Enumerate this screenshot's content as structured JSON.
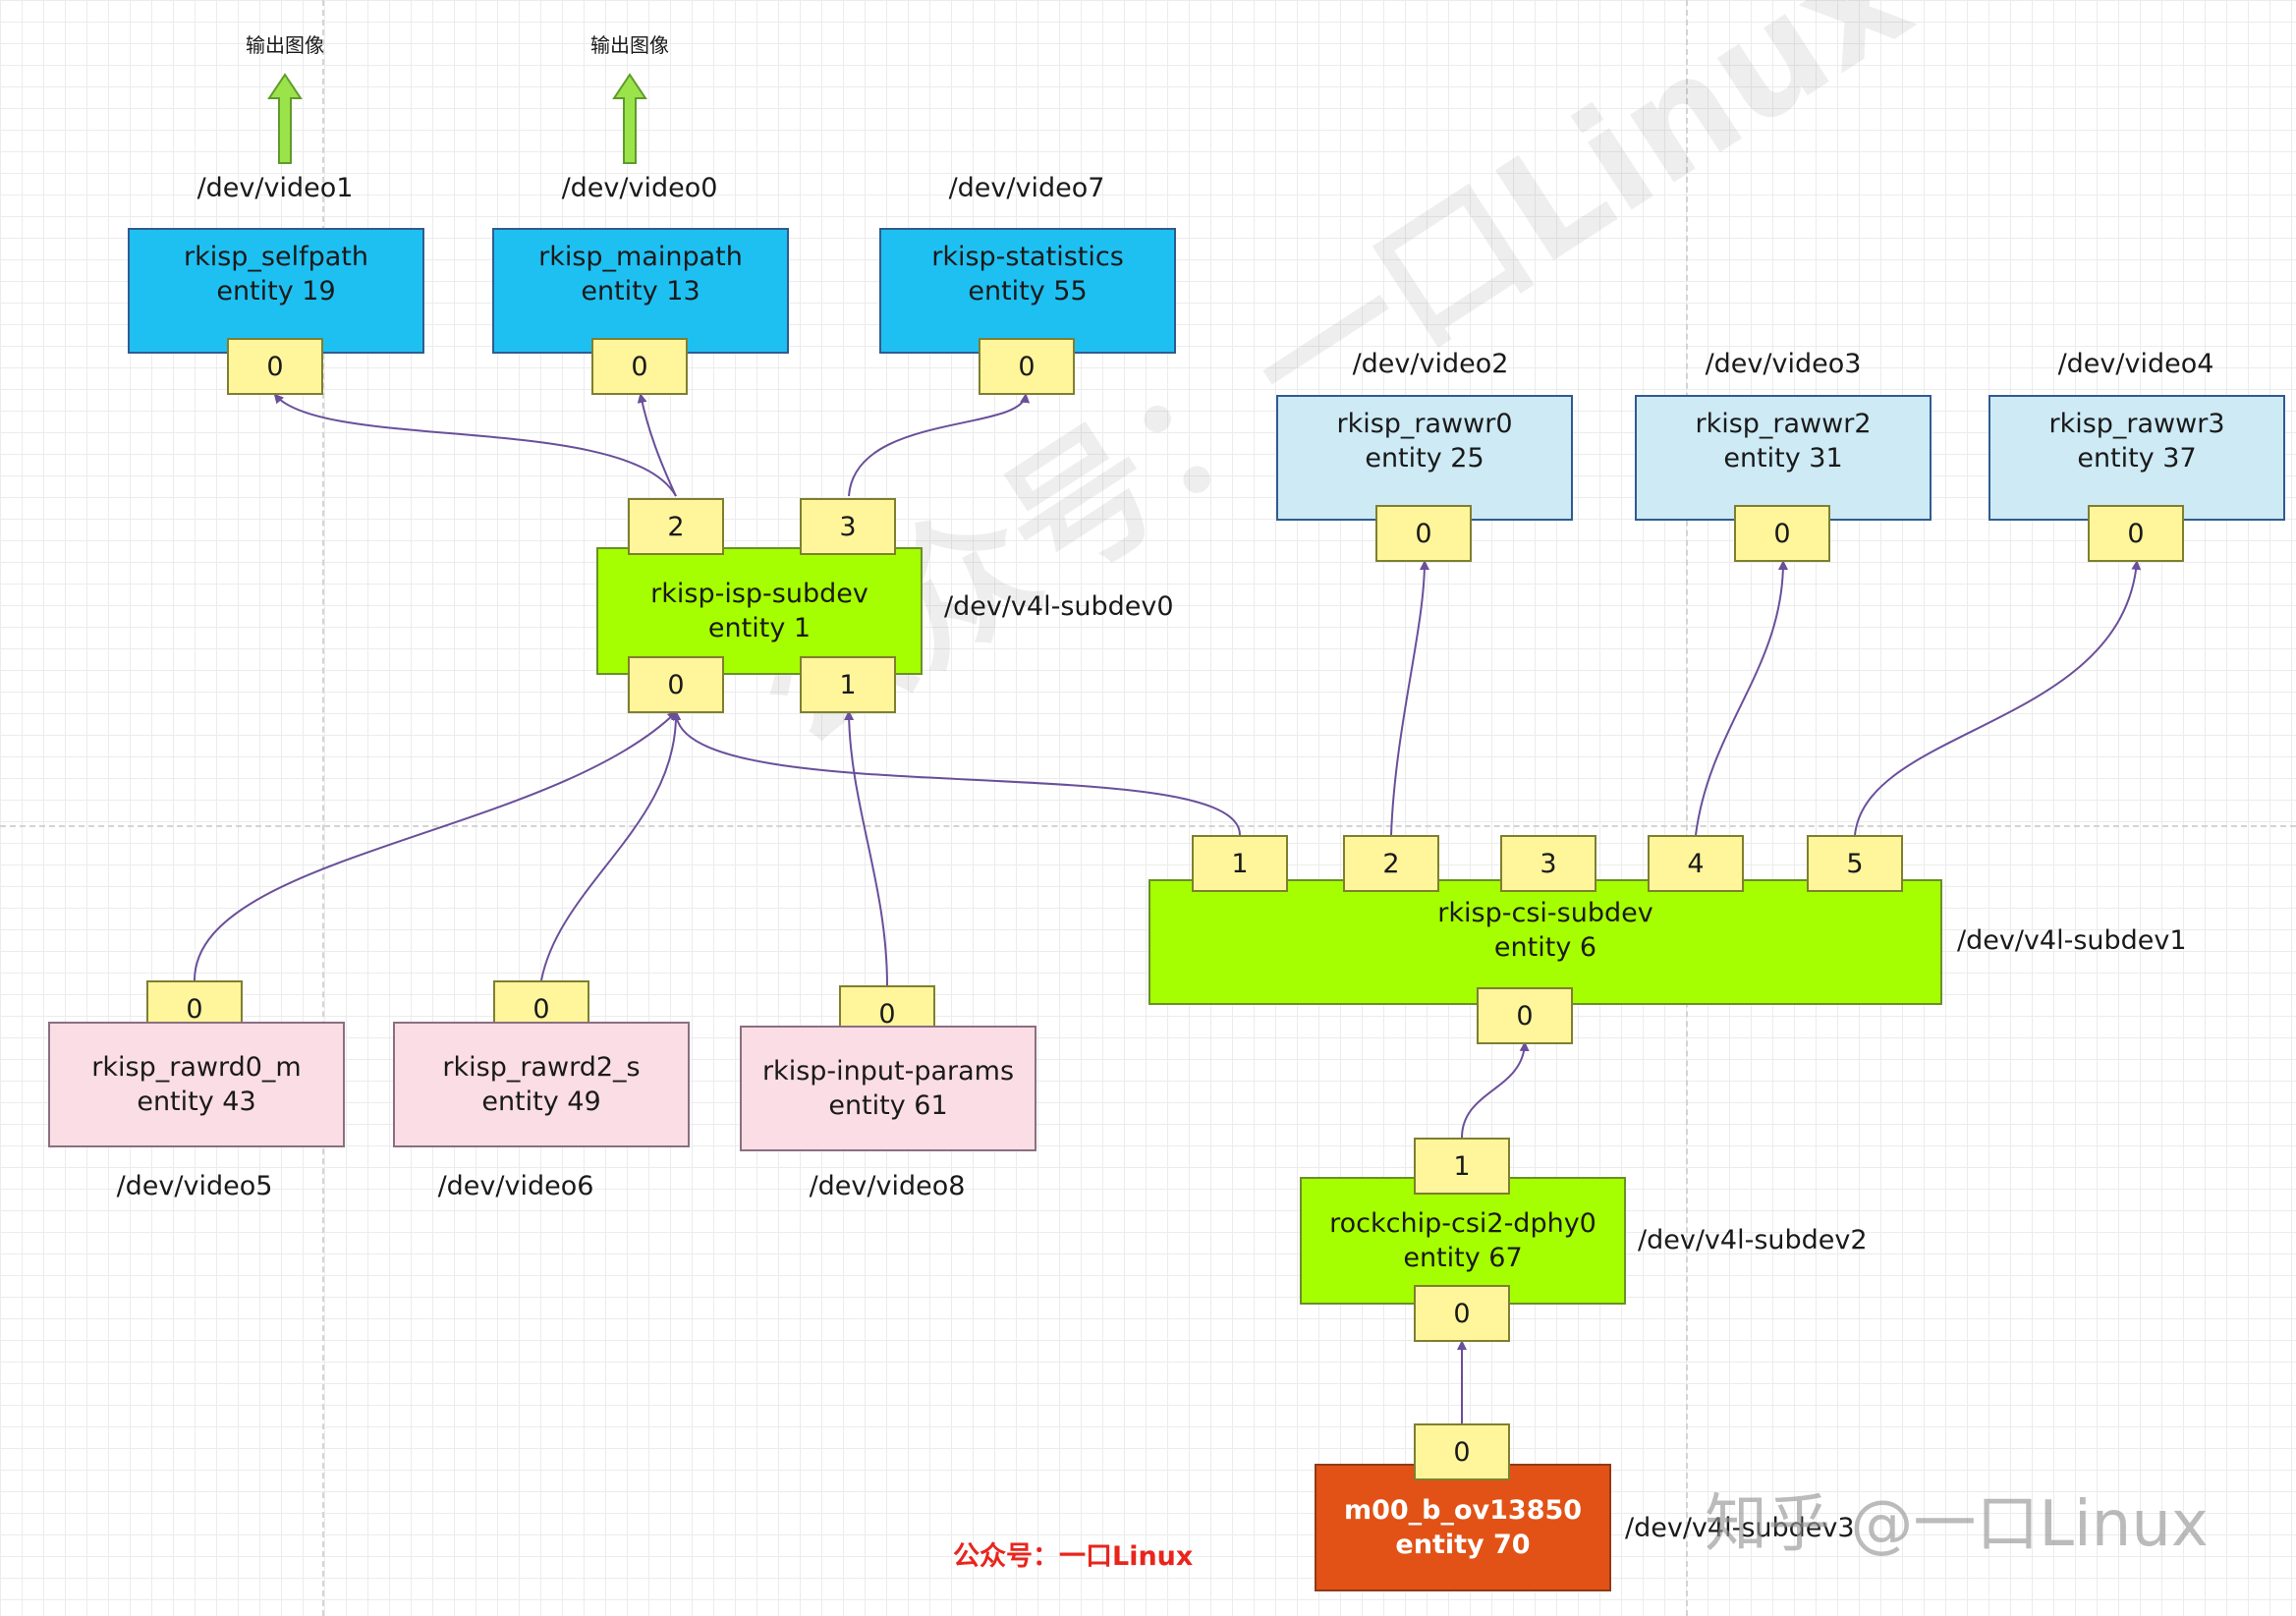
{
  "outputs": [
    {
      "label": "输出图像"
    },
    {
      "label": "输出图像"
    }
  ],
  "video_nodes": {
    "selfpath": {
      "device": "/dev/video1",
      "name": "rkisp_selfpath",
      "entity": "entity 19",
      "pad": "0"
    },
    "mainpath": {
      "device": "/dev/video0",
      "name": "rkisp_mainpath",
      "entity": "entity 13",
      "pad": "0"
    },
    "statistics": {
      "device": "/dev/video7",
      "name": "rkisp-statistics",
      "entity": "entity 55",
      "pad": "0"
    },
    "rawwr0": {
      "device": "/dev/video2",
      "name": "rkisp_rawwr0",
      "entity": "entity 25",
      "pad": "0"
    },
    "rawwr2": {
      "device": "/dev/video3",
      "name": "rkisp_rawwr2",
      "entity": "entity 31",
      "pad": "0"
    },
    "rawwr3": {
      "device": "/dev/video4",
      "name": "rkisp_rawwr3",
      "entity": "entity 37",
      "pad": "0"
    },
    "rawrd0": {
      "device": "/dev/video5",
      "name": "rkisp_rawrd0_m",
      "entity": "entity 43",
      "pad": "0"
    },
    "rawrd2": {
      "device": "/dev/video6",
      "name": "rkisp_rawrd2_s",
      "entity": "entity 49",
      "pad": "0"
    },
    "params": {
      "device": "/dev/video8",
      "name": "rkisp-input-params",
      "entity": "entity 61",
      "pad": "0"
    }
  },
  "subdevs": {
    "isp": {
      "device": "/dev/v4l-subdev0",
      "name": "rkisp-isp-subdev",
      "entity": "entity 1",
      "pads": [
        "0",
        "1",
        "2",
        "3"
      ]
    },
    "csi": {
      "device": "/dev/v4l-subdev1",
      "name": "rkisp-csi-subdev",
      "entity": "entity 6",
      "pads": [
        "0",
        "1",
        "2",
        "3",
        "4",
        "5"
      ]
    },
    "dphy": {
      "device": "/dev/v4l-subdev2",
      "name": "rockchip-csi2-dphy0",
      "entity": "entity 67",
      "pads": [
        "0",
        "1"
      ]
    },
    "sensor": {
      "device": "/dev/v4l-subdev3",
      "name": "m00_b_ov13850",
      "entity": "entity 70",
      "pads": [
        "0"
      ]
    }
  },
  "watermarks": {
    "main": "公众号：一口Linux",
    "zhihu": "知乎 @一口Linux"
  },
  "footer_label": "公众号：一口Linux",
  "colors": {
    "video_output": "#1ec0f2",
    "raw_write": "#cdeaf5",
    "subdev": "#a6ff00",
    "raw_read": "#fbdde5",
    "sensor": "#e25216",
    "pad": "#fff59b",
    "link": "#6a4f9a",
    "output_arrow": "#9be34a"
  }
}
